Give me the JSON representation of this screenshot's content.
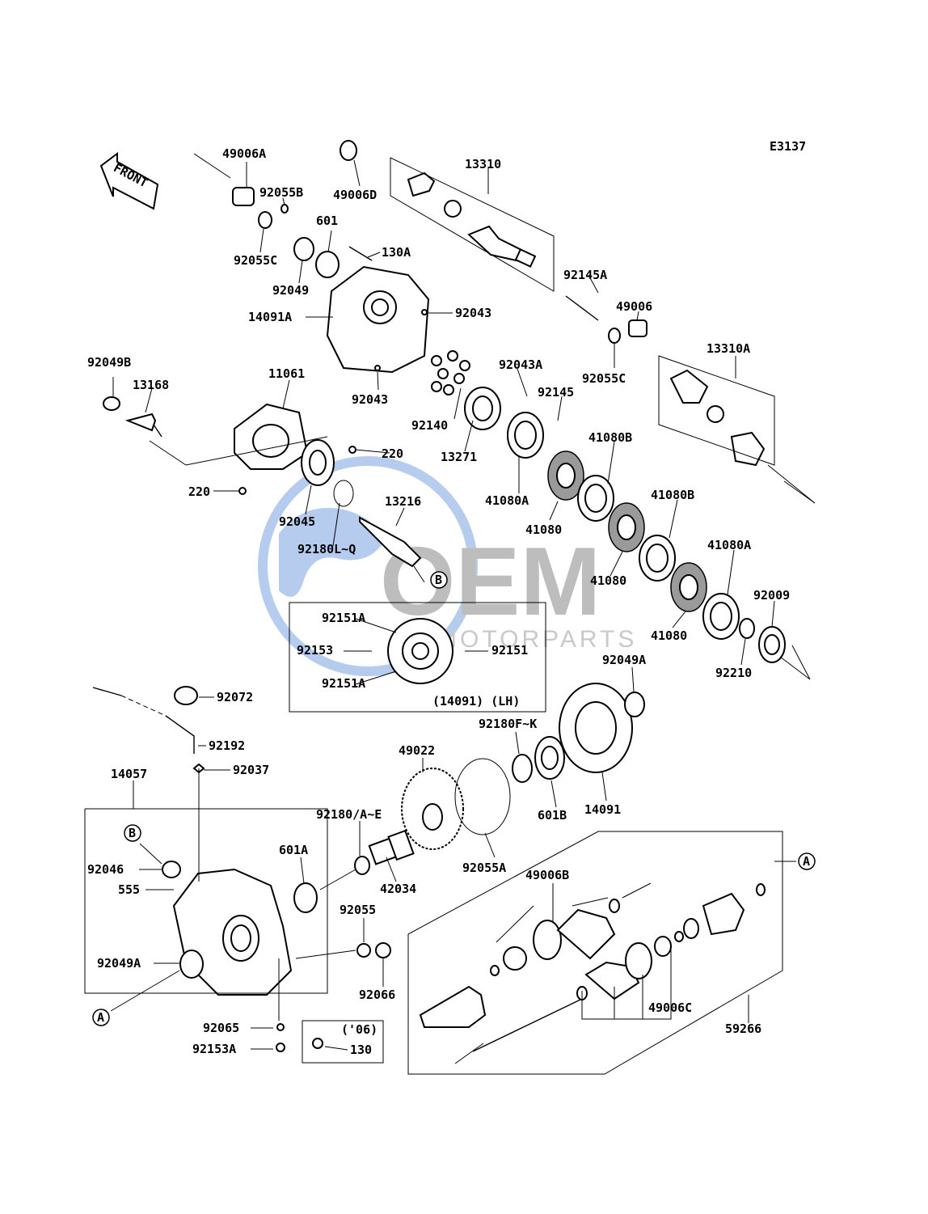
{
  "diagram": {
    "code": "E3137",
    "front_marker": "FRONT",
    "watermark": {
      "brand": "OEM",
      "sub": "MOTORPARTS"
    },
    "inset_note": "(14091) (LH)",
    "inset_year": "('06)",
    "callouts": {
      "a": "A",
      "b": "B"
    }
  },
  "labels": [
    "49006A",
    "92055B",
    "92055C",
    "601",
    "92049",
    "130A",
    "14091A",
    "92043",
    "92043",
    "49006D",
    "13310",
    "92145A",
    "49006",
    "92055C",
    "13310A",
    "92043A",
    "92145",
    "92140",
    "13271",
    "41080A",
    "41080B",
    "41080",
    "41080B",
    "41080",
    "41080A",
    "41080",
    "92009",
    "92210",
    "92049B",
    "13168",
    "11061",
    "220",
    "220",
    "92045",
    "13216",
    "92180L~Q",
    "92151A",
    "92153",
    "92151",
    "92151A",
    "92072",
    "92192",
    "92037",
    "14057",
    "92046",
    "555",
    "92049A",
    "601A",
    "92180/A~E",
    "42034",
    "49022",
    "92055A",
    "92180F~K",
    "601B",
    "14091",
    "92049A",
    "92055",
    "92066",
    "92065",
    "92153A",
    "130",
    "49006B",
    "49006C",
    "59266"
  ]
}
